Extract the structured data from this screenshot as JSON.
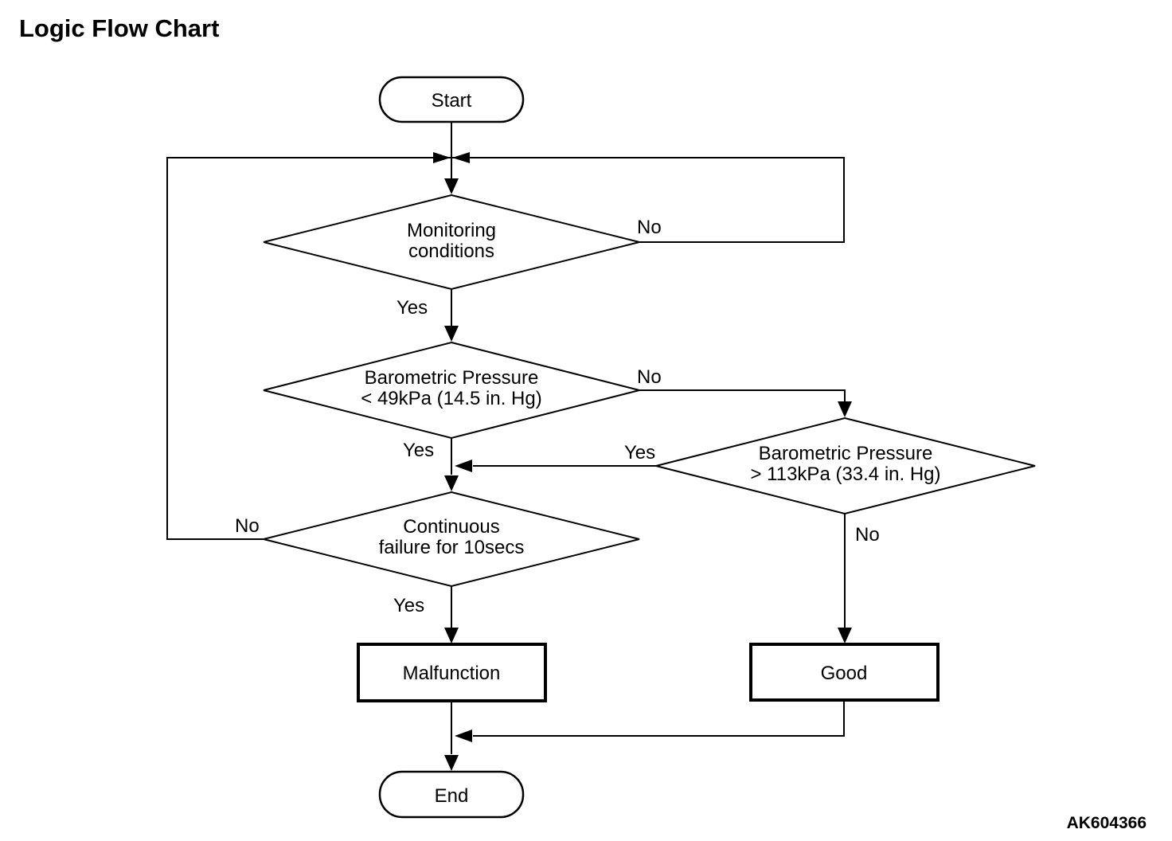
{
  "title": "Logic Flow Chart",
  "figure_code": "AK604366",
  "nodes": {
    "start": "Start",
    "monitoring": {
      "line1": "Monitoring",
      "line2": "conditions"
    },
    "baro_low": {
      "line1": "Barometric Pressure",
      "line2": "< 49kPa (14.5 in. Hg)"
    },
    "baro_high": {
      "line1": "Barometric Pressure",
      "line2": "> 113kPa (33.4 in. Hg)"
    },
    "continuous": {
      "line1": "Continuous",
      "line2": "failure for 10secs"
    },
    "malfunction": "Malfunction",
    "good": "Good",
    "end": "End"
  },
  "edges": {
    "monitoring_no": "No",
    "monitoring_yes": "Yes",
    "baro_low_no": "No",
    "baro_low_yes": "Yes",
    "baro_high_yes": "Yes",
    "baro_high_no": "No",
    "continuous_yes": "Yes",
    "continuous_no": "No"
  },
  "colors": {
    "ink": "#000000",
    "paper": "#ffffff"
  }
}
